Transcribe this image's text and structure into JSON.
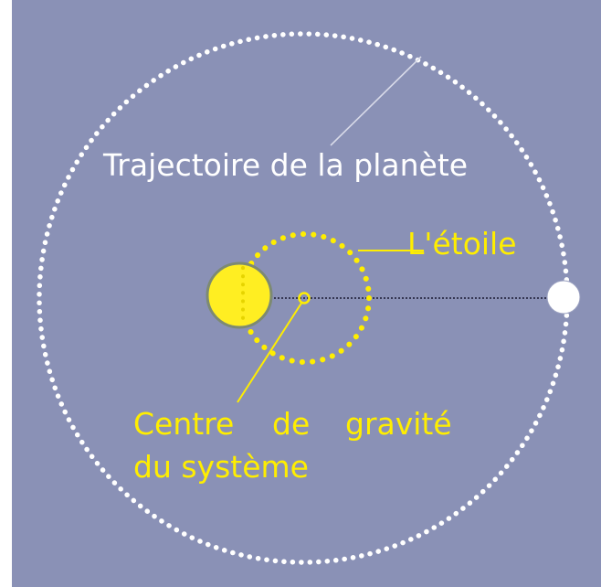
{
  "labels": {
    "planet_orbit": "Trajectoire de la planète",
    "star": "L'étoile",
    "barycenter_line1_a": "Centre",
    "barycenter_line1_b": "de",
    "barycenter_line1_c": "gravité",
    "barycenter_line2": "du système"
  },
  "colors": {
    "background": "#8a91b6",
    "planet_orbit": "#ffffff",
    "star": "#ffee22",
    "star_orbit": "#ffee00",
    "label_white": "#ffffff",
    "label_yellow": "#ffee00",
    "axis_line": "#1a1a33"
  }
}
